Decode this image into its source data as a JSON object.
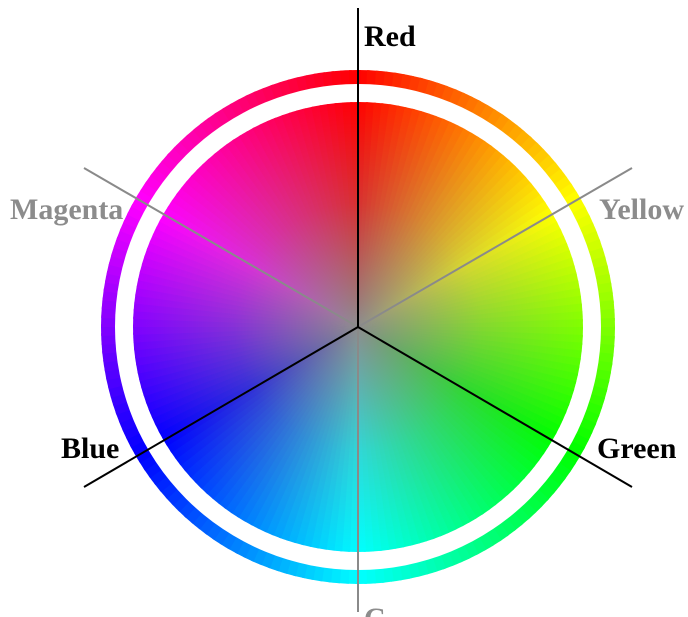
{
  "labels": {
    "red": "Red",
    "yellow": "Yellow",
    "green": "Green",
    "cyan": "C",
    "blue": "Blue",
    "magenta": "Magenta"
  },
  "colors": {
    "primary_label": "#000000",
    "secondary_label": "#8c8c8c",
    "primary_axis": "#000000",
    "secondary_axis": "#8a8a8a",
    "center": "#8c8c8c",
    "red": "#ff0000",
    "yellow": "#ffff00",
    "green": "#00ff00",
    "cyan": "#00ffff",
    "blue": "#0000ff",
    "magenta": "#ff00ff"
  }
}
